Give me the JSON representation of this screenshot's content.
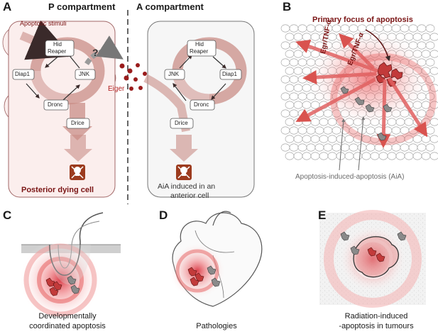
{
  "panels": {
    "A": {
      "letter": "A",
      "p_header": "P compartment",
      "a_header": "A compartment",
      "apoptotic_stimuli": "Apoptotic stimuli",
      "question_mark": "?",
      "eiger": "Eiger",
      "p_cycle": {
        "hid": "Hid",
        "reaper": "Reaper",
        "diap1": "Diap1",
        "jnk": "JNK",
        "dronc": "Dronc",
        "drice": "Drice"
      },
      "a_cycle": {
        "hid": "Hid",
        "reaper": "Reaper",
        "diap1": "Diap1",
        "jnk": "JNK",
        "dronc": "Dronc",
        "drice": "Drice"
      },
      "posterior_label": "Posterior dying cell",
      "aia_label_line1": "AiA induced in an",
      "aia_label_line2": "anterior cell",
      "skull_icon": "skull-crossbones-icon"
    },
    "B": {
      "letter": "B",
      "primary_focus": "Primary focus of apoptosis",
      "egr_left": "Egr/TNF-α",
      "egr_right": "Egr/TNF-α",
      "aia_label": "Apoptosis-induced-apoptosis (AiA)"
    },
    "C": {
      "letter": "C",
      "caption_line1": "Developmentally",
      "caption_line2": "coordinated apoptosis"
    },
    "D": {
      "letter": "D",
      "caption": "Pathologies"
    },
    "E": {
      "letter": "E",
      "caption_line1": "Radiation-induced",
      "caption_line2": "-apoptosis in tumours"
    }
  },
  "colors": {
    "dark_red": "#7a1414",
    "arrow_red": "#d9534f",
    "cell_fill_p": "#fbeeed",
    "cycle_arrow": "#c98d87",
    "apoptotic_cell": "#c23a3a",
    "gray_cell": "#8a8a8a"
  }
}
